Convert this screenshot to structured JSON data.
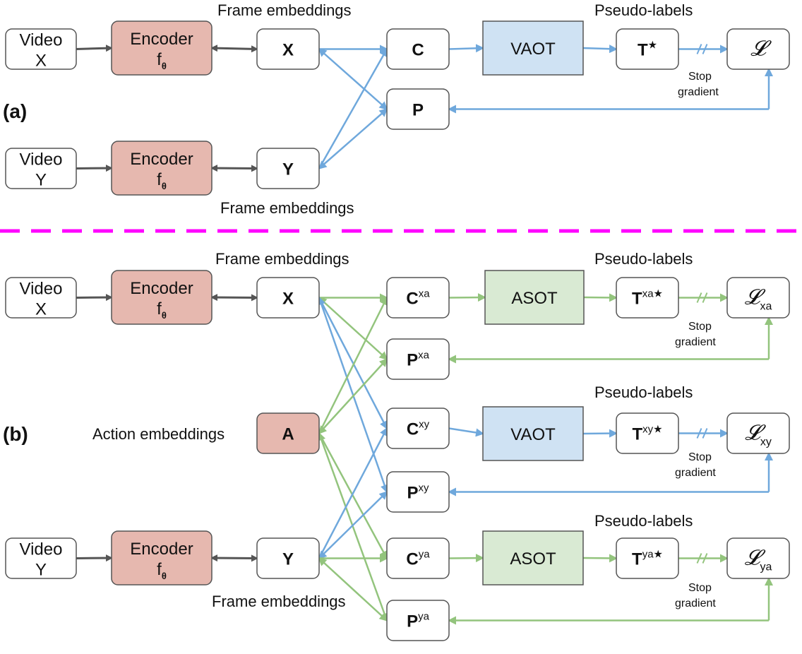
{
  "panels": {
    "a": "(a)",
    "b": "(b)"
  },
  "colors": {
    "blue": "#6fa8dc",
    "green": "#93c47d",
    "gray": "#555555",
    "encoder_fill": "#e6b8af",
    "vaot_fill": "#cfe2f3",
    "asot_fill": "#d9ead3",
    "separator": "#ff00ff"
  },
  "labels": {
    "frame_embeddings": "Frame embeddings",
    "pseudo_labels": "Pseudo-labels",
    "action_embeddings": "Action embeddings",
    "stop": "Stop",
    "gradient": "gradient"
  },
  "nodes": [
    {
      "id": "a-video-x",
      "text": "Video",
      "text2": "X",
      "style": "plain"
    },
    {
      "id": "a-encoder-x",
      "text": "Encoder",
      "text2": "f",
      "sub2": "θ",
      "style": "encoder"
    },
    {
      "id": "a-x",
      "text": "X",
      "style": "bold"
    },
    {
      "id": "a-c",
      "text": "C",
      "style": "bold"
    },
    {
      "id": "a-p",
      "text": "P",
      "style": "bold"
    },
    {
      "id": "a-vaot",
      "text": "VAOT",
      "style": "vaot"
    },
    {
      "id": "a-t",
      "text": "T",
      "sup": "★",
      "style": "bold"
    },
    {
      "id": "a-loss",
      "text": "𝓛",
      "style": "loss"
    },
    {
      "id": "a-video-y",
      "text": "Video",
      "text2": "Y",
      "style": "plain"
    },
    {
      "id": "a-encoder-y",
      "text": "Encoder",
      "text2": "f",
      "sub2": "θ",
      "style": "encoder"
    },
    {
      "id": "a-y",
      "text": "Y",
      "style": "bold"
    },
    {
      "id": "b-video-x",
      "text": "Video",
      "text2": "X",
      "style": "plain"
    },
    {
      "id": "b-encoder-x",
      "text": "Encoder",
      "text2": "f",
      "sub2": "θ",
      "style": "encoder"
    },
    {
      "id": "b-x",
      "text": "X",
      "style": "bold"
    },
    {
      "id": "b-cxa",
      "text": "C",
      "sup": "xa",
      "style": "bold"
    },
    {
      "id": "b-asot-1",
      "text": "ASOT",
      "style": "asot"
    },
    {
      "id": "b-txa",
      "text": "T",
      "sup": "xa★",
      "style": "bold"
    },
    {
      "id": "b-lxa",
      "text": "𝓛",
      "sub": "xa",
      "style": "loss"
    },
    {
      "id": "b-pxa",
      "text": "P",
      "sup": "xa",
      "style": "bold"
    },
    {
      "id": "b-a",
      "text": "A",
      "style": "action"
    },
    {
      "id": "b-cxy",
      "text": "C",
      "sup": "xy",
      "style": "bold"
    },
    {
      "id": "b-vaot",
      "text": "VAOT",
      "style": "vaot"
    },
    {
      "id": "b-txy",
      "text": "T",
      "sup": "xy★",
      "style": "bold"
    },
    {
      "id": "b-lxy",
      "text": "𝓛",
      "sub": "xy",
      "style": "loss"
    },
    {
      "id": "b-pxy",
      "text": "P",
      "sup": "xy",
      "style": "bold"
    },
    {
      "id": "b-video-y",
      "text": "Video",
      "text2": "Y",
      "style": "plain"
    },
    {
      "id": "b-encoder-y",
      "text": "Encoder",
      "text2": "f",
      "sub2": "θ",
      "style": "encoder"
    },
    {
      "id": "b-y",
      "text": "Y",
      "style": "bold"
    },
    {
      "id": "b-cya",
      "text": "C",
      "sup": "ya",
      "style": "bold"
    },
    {
      "id": "b-asot-2",
      "text": "ASOT",
      "style": "asot"
    },
    {
      "id": "b-tya",
      "text": "T",
      "sup": "ya★",
      "style": "bold"
    },
    {
      "id": "b-lya",
      "text": "𝓛",
      "sub": "ya",
      "style": "loss"
    },
    {
      "id": "b-pya",
      "text": "P",
      "sup": "ya",
      "style": "bold"
    }
  ],
  "edges": [
    {
      "from": "a-video-x",
      "to": "a-encoder-x",
      "color": "gray"
    },
    {
      "from": "a-encoder-x",
      "to": "a-x",
      "color": "gray",
      "both": true
    },
    {
      "from": "a-video-y",
      "to": "a-encoder-y",
      "color": "gray"
    },
    {
      "from": "a-encoder-y",
      "to": "a-y",
      "color": "gray",
      "both": true
    },
    {
      "from": "a-x",
      "to": "a-c",
      "color": "blue"
    },
    {
      "from": "a-x",
      "to": "a-p",
      "color": "blue",
      "both": true
    },
    {
      "from": "a-y",
      "to": "a-c",
      "color": "blue"
    },
    {
      "from": "a-y",
      "to": "a-p",
      "color": "blue",
      "both": true
    },
    {
      "from": "a-c",
      "to": "a-vaot",
      "color": "blue"
    },
    {
      "from": "a-vaot",
      "to": "a-t",
      "color": "blue"
    },
    {
      "from": "a-t",
      "to": "a-loss",
      "color": "blue",
      "stopgrad": true
    },
    {
      "from": "a-p",
      "to": "a-loss",
      "color": "blue",
      "elbow": true
    },
    {
      "from": "b-video-x",
      "to": "b-encoder-x",
      "color": "gray"
    },
    {
      "from": "b-encoder-x",
      "to": "b-x",
      "color": "gray",
      "both": true
    },
    {
      "from": "b-video-y",
      "to": "b-encoder-y",
      "color": "gray"
    },
    {
      "from": "b-encoder-y",
      "to": "b-y",
      "color": "gray",
      "both": true
    },
    {
      "from": "b-x",
      "to": "b-cxa",
      "color": "green"
    },
    {
      "from": "b-x",
      "to": "b-pxa",
      "color": "green",
      "both": true
    },
    {
      "from": "b-x",
      "to": "b-cxy",
      "color": "blue"
    },
    {
      "from": "b-x",
      "to": "b-pxy",
      "color": "blue",
      "both": true
    },
    {
      "from": "b-a",
      "to": "b-cxa",
      "color": "green"
    },
    {
      "from": "b-a",
      "to": "b-pxa",
      "color": "green",
      "both": true
    },
    {
      "from": "b-a",
      "to": "b-cya",
      "color": "green"
    },
    {
      "from": "b-a",
      "to": "b-pya",
      "color": "green",
      "both": true
    },
    {
      "from": "b-y",
      "to": "b-cxy",
      "color": "blue"
    },
    {
      "from": "b-y",
      "to": "b-pxy",
      "color": "blue",
      "both": true
    },
    {
      "from": "b-y",
      "to": "b-cya",
      "color": "green"
    },
    {
      "from": "b-y",
      "to": "b-pya",
      "color": "green",
      "both": true
    },
    {
      "from": "b-cxa",
      "to": "b-asot-1",
      "color": "green"
    },
    {
      "from": "b-asot-1",
      "to": "b-txa",
      "color": "green"
    },
    {
      "from": "b-txa",
      "to": "b-lxa",
      "color": "green",
      "stopgrad": true
    },
    {
      "from": "b-pxa",
      "to": "b-lxa",
      "color": "green",
      "elbow": true
    },
    {
      "from": "b-cxy",
      "to": "b-vaot",
      "color": "blue"
    },
    {
      "from": "b-vaot",
      "to": "b-txy",
      "color": "blue"
    },
    {
      "from": "b-txy",
      "to": "b-lxy",
      "color": "blue",
      "stopgrad": true
    },
    {
      "from": "b-pxy",
      "to": "b-lxy",
      "color": "blue",
      "elbow": true
    },
    {
      "from": "b-cya",
      "to": "b-asot-2",
      "color": "green"
    },
    {
      "from": "b-asot-2",
      "to": "b-tya",
      "color": "green"
    },
    {
      "from": "b-tya",
      "to": "b-lya",
      "color": "green",
      "stopgrad": true
    },
    {
      "from": "b-pya",
      "to": "b-lya",
      "color": "green",
      "elbow": true
    }
  ]
}
